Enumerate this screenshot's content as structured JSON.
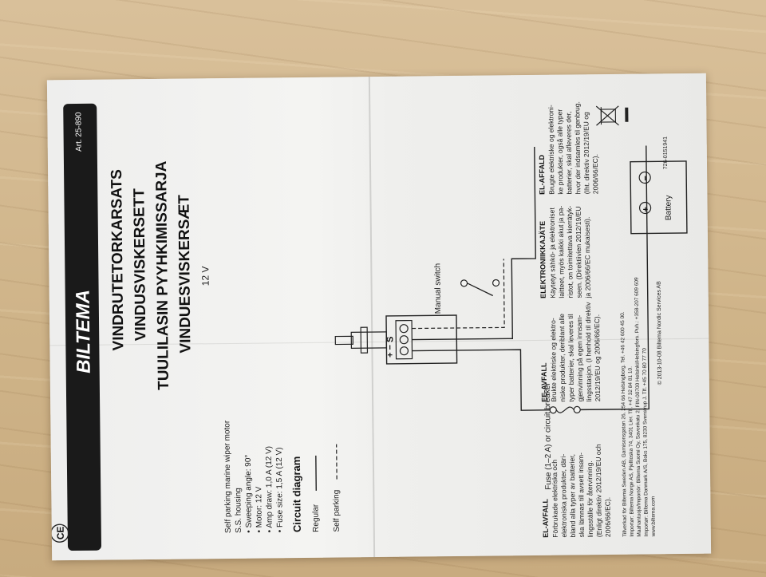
{
  "brand": "BILTEMA",
  "article": "Art. 25-890",
  "ce_mark": "CE",
  "titles": [
    "VINDRUTETORKARSATS",
    "VINDUSVISKERSETT",
    "TUULILASIN PYYHKIMISSARJA",
    "VINDUESVISKERSÆT"
  ],
  "voltage": "12 V",
  "specs": {
    "line1": "Self parking marine wiper motor",
    "line2": "S.S. housing",
    "bullets": [
      "Sweeping angle: 90°",
      "Motor: 12 V",
      "Amp draw: 1,0 A (12 V)",
      "Fuse size: 1,5 A (12 V)"
    ]
  },
  "circuit": {
    "heading": "Circuit diagram",
    "regular": "Regular",
    "self_parking": "Self parking",
    "manual_switch": "Manual switch",
    "fuse": "Fuse (1–2 A) or circuit breaker",
    "battery": "Battery",
    "terminal_minus": "−",
    "terminal_plus": "+",
    "motor_terminals": "+ −  S"
  },
  "disposal": [
    {
      "heading": "EL-AVFALL",
      "lines": [
        "Förbrukade elektriska och",
        "elektroniska produkter, däri-",
        "bland alla typer av batterier,",
        "ska lämnas till avsett insam-",
        "lingsställe för återvinning.",
        "(Enligt direktiv 2012/19/EU och",
        "2006/66/EC)."
      ]
    },
    {
      "heading": "EE-AVFALL",
      "lines": [
        "Brukte elektriske og elektro-",
        "niske produkter, deriblant alle",
        "typer batterier, skal leveres til",
        "gjenvinning på egen innsam-",
        "lingsstasjon. (I henhold til direktiv",
        "2012/19/EU og 2006/66/EC)."
      ]
    },
    {
      "heading": "ELEKTRONIIKKAJÄTE",
      "lines": [
        "Käytetyt sähkö- ja elektroniset",
        "laitteet, myös kaikki akut ja pa-",
        "ristot, on toimitettava kierrätyk-",
        "seen. (Direktiivien 2012/19/EU",
        "ja 2006/66/EC mukaisesti)."
      ]
    },
    {
      "heading": "EL-AFFALD",
      "lines": [
        "Brugte elektriske og elektroni-",
        "ke produkter, også alle typer",
        "batterier, skal afleveres der,",
        "hvor der indsamles til genbrug.",
        "(Iht. direktiv 2012/19/EU og",
        "2006/66/EC)."
      ]
    }
  ],
  "footer": [
    "Tillverkad för Biltema Sweden AB, Garnisonsgatan 26, 254 66 Helsingborg. Tel. +46 42 600 45 00.",
    "Importør: Biltema Norge AS, Pjelltoska 74, 3401 Lier. Tlf. +47 32 84 81 10.",
    "Maahantuoja/Importör: Biltema Suomi Oy, Savonkatu 2, FIN-00700 Helsinki/Helsingfors. Puh.: +358-207 609 609",
    "Importør: Biltema Danmark A/S, Boks 175, 8230 Svenstrup J. Tlf. +45 70 80 77 70",
    "www.biltema.com"
  ],
  "copyright": "© 2013-10-08 Biltema Nordic Services AB",
  "code": "726-0151941"
}
